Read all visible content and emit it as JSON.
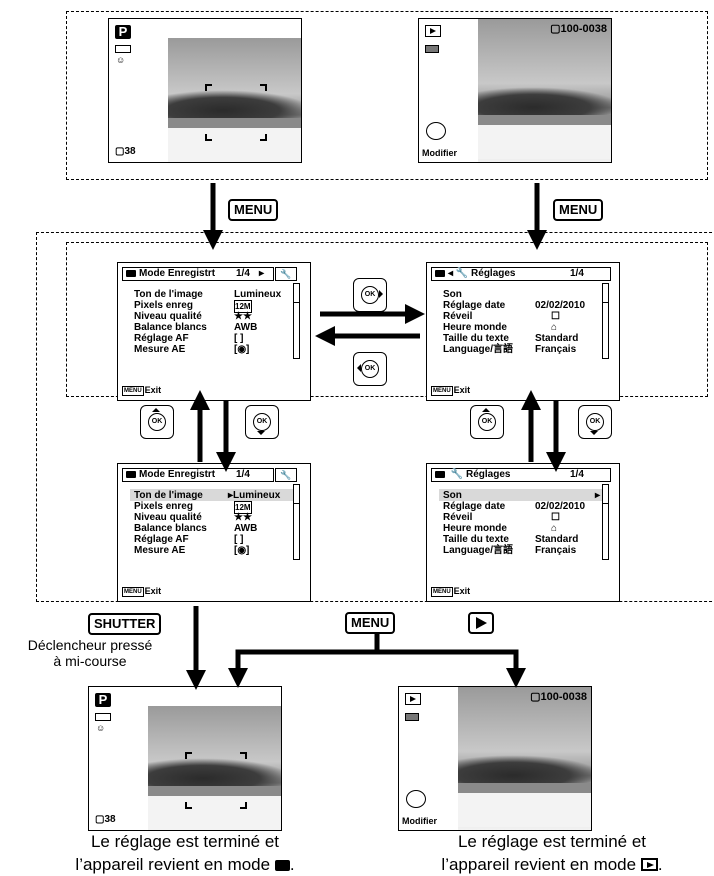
{
  "keys": {
    "menu_top_left": "MENU",
    "menu_top_right": "MENU",
    "shutter": "SHUTTER",
    "menu_bottom": "MENU"
  },
  "shutter_note": [
    "Déclencheur pressé",
    "à mi-course"
  ],
  "capture_screen": {
    "counter": "38"
  },
  "playback_screen": {
    "file_number": "100-0038",
    "modify_label": "Modifier"
  },
  "rec_menu": {
    "title": "Mode Enregistrt",
    "page": "1/4",
    "items": [
      {
        "label": "Ton de l'image",
        "value": "Lumineux"
      },
      {
        "label": "Pixels enreg",
        "value": "12M"
      },
      {
        "label": "Niveau qualité",
        "value": "★★"
      },
      {
        "label": "Balance blancs",
        "value": "AWB"
      },
      {
        "label": "Réglage AF",
        "value": "[ ]"
      },
      {
        "label": "Mesure AE",
        "value": "[◉]"
      }
    ],
    "exit": "Exit"
  },
  "settings_menu": {
    "title": "Réglages",
    "page": "1/4",
    "items": [
      {
        "label": "Son",
        "value": ""
      },
      {
        "label": "Réglage date",
        "value": "02/02/2010"
      },
      {
        "label": "Réveil",
        "value": "☐"
      },
      {
        "label": "Heure monde",
        "value": "⌂"
      },
      {
        "label": "Taille du texte",
        "value": "Standard"
      },
      {
        "label": "Language/言語",
        "value": "Français"
      }
    ],
    "exit": "Exit"
  },
  "ok_label": "OK",
  "captions": {
    "left": [
      "Le réglage est terminé et",
      "l’appareil revient en mode"
    ],
    "right": [
      "Le réglage est terminé et",
      "l’appareil revient en mode"
    ]
  }
}
